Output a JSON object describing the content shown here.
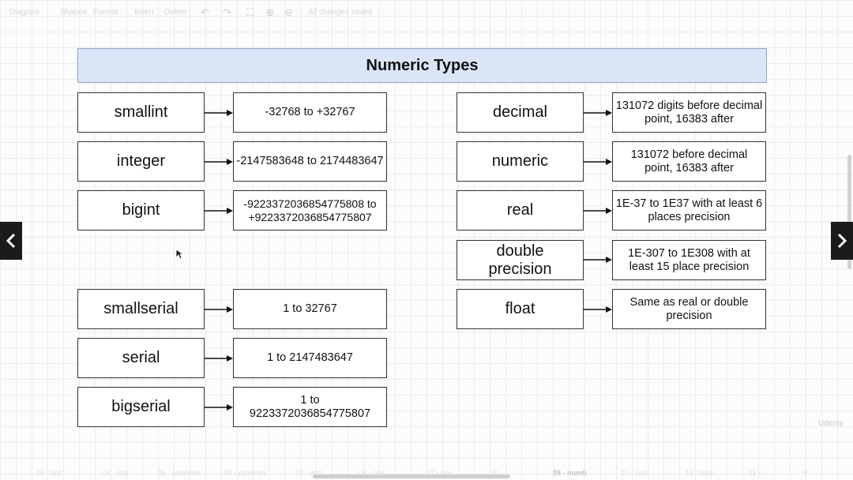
{
  "toolbar": {
    "diagram_label": "Diagram",
    "shapes_label": "Shapes",
    "format_label": "Format",
    "insert_label": "Insert",
    "delete_label": "Delete",
    "status": "All changes saved"
  },
  "diagram": {
    "title": "Numeric Types",
    "left_rows": [
      {
        "type": "smallint",
        "range": "-32768 to +32767"
      },
      {
        "type": "integer",
        "range": "-2147583648 to 2174483647"
      },
      {
        "type": "bigint",
        "range": "-9223372036854775808 to +9223372036854775807"
      },
      {
        "type": "smallserial",
        "range": "1 to 32767"
      },
      {
        "type": "serial",
        "range": "1 to 2147483647"
      },
      {
        "type": "bigserial",
        "range": "1 to 9223372036854775807"
      }
    ],
    "right_rows": [
      {
        "type": "decimal",
        "range": "131072 digits before decimal point, 16383 after"
      },
      {
        "type": "numeric",
        "range": "131072 before decimal point, 16383 after"
      },
      {
        "type": "real",
        "range": "1E-37 to 1E37 with at least 6 places precision"
      },
      {
        "type": "double precision",
        "range": "1E-307 to 1E308 with at least 15 place precision"
      },
      {
        "type": "float",
        "range": "Same as real or double precision"
      }
    ]
  },
  "bottom_tabs": [
    "04 - ops",
    "04 - ops",
    "05 - pipelines",
    "06 - pipelines",
    "07 - sort",
    "08 - ops",
    "07 - ops",
    "08 - ...",
    "09 - numb",
    "10 - num",
    "16 - bool",
    "11 - ..."
  ],
  "watermark": "Udemy",
  "icons": {
    "prev": "chevron-left-icon",
    "next": "chevron-right-icon",
    "add_page": "plus-icon"
  },
  "colors": {
    "title_fill": "#dae6f8",
    "title_border": "#8fa6c8",
    "box_border": "#333333"
  }
}
